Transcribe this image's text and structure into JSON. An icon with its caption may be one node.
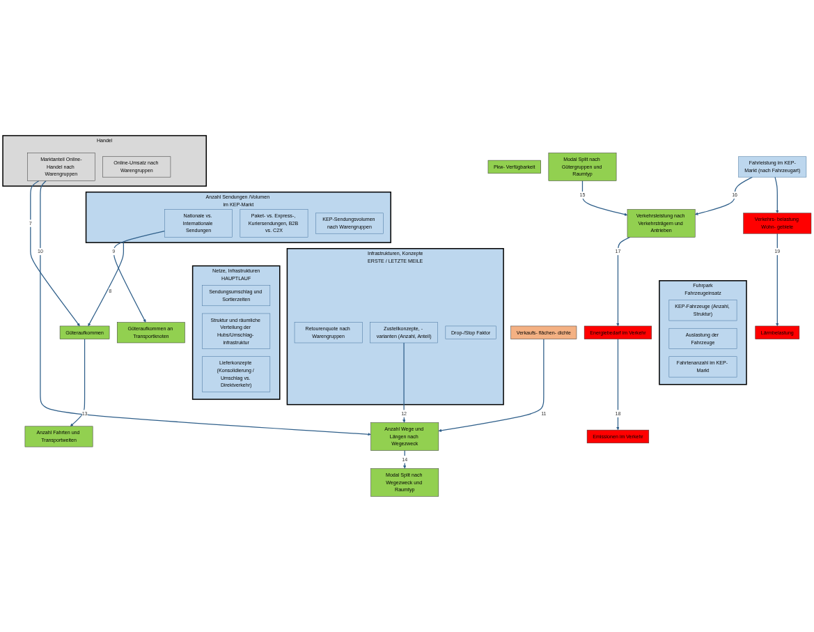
{
  "diagram": {
    "nodes": [
      {
        "text": [
          "Anzahl Wege und Längen nach Wegezweck"
        ]
      },
      {
        "text": [
          "Güteraufkommen"
        ]
      },
      {
        "text": [
          "Güteraufkommen an Transportknoten"
        ]
      },
      {
        "text": [
          "Pkw- Verfügbarkeit"
        ]
      },
      {
        "text": [
          "Modal Split nach Wegezweck und Raumtyp"
        ]
      },
      {
        "text": [
          "Modal Split nach Gütergruppen und Raumtyp"
        ]
      },
      {
        "text": [
          "Anzahl Fahrten und Transportweiten"
        ]
      },
      {
        "text": [
          "Verkehrsleistung nach Verkehrsträgern und Antrieben"
        ]
      },
      {
        "text": [
          "Energiebedarf im Verkehr"
        ]
      },
      {
        "text": [
          "Emissionen im Verkehr"
        ]
      },
      {
        "text": [
          "Handel"
        ]
      },
      {
        "text": [
          "Marktanteil Online-Handel nach Warengruppen"
        ],
        "in": 10
      },
      {
        "text": [
          "Online-Umsatz nach Warengruppen"
        ],
        "in": 10
      },
      {
        "text": [
          "Anzahl Sendungen /Volumen im KEP-Markt"
        ]
      },
      {
        "text": [
          "Nationale vs. Internationale Sendungen"
        ],
        "in": 13
      },
      {
        "text": [
          "Paket- vs. Express-, Kuriersendungen, B2B vs. C2X"
        ],
        "in": 13
      },
      {
        "text": [
          "KEP-Sendungsvolumen nach Warengruppen"
        ],
        "in": 13
      },
      {
        "text": [
          "Netze, Infrastrukturen",
          "HAUPTLAUF"
        ]
      },
      {
        "text": [
          "Sendungsumschlag und Sortierzeiten"
        ],
        "in": 17
      },
      {
        "text": [
          "Struktur und räumliche Verteilung der Hubs/Umschlag- infrastruktur"
        ],
        "in": 17
      },
      {
        "text": [
          "Lieferkonzepte (Konsolidierung / Umschlag vs. Direktverkehr)"
        ],
        "in": 17
      },
      {
        "text": [
          "Infrastrukturen, Konzepte",
          "ERSTE / LETZTE MEILE"
        ]
      },
      {
        "text": [
          "Retourenquote nach Warengruppen"
        ],
        "in": 21
      },
      {
        "text": [
          "Zustellkonzepte, - varianten (Anzahl, Anteil)"
        ],
        "in": 21
      },
      {
        "text": [
          "Drop-/Stop Faktor"
        ],
        "in": 21
      },
      {
        "text": [
          "Verkaufs- flächen- dichte"
        ]
      },
      {
        "text": [
          "Fuhrpark",
          "Fahrzeugeinsatz"
        ]
      },
      {
        "text": [
          "KEP-Fahrzeuge (Anzahl, Struktur)"
        ],
        "in": 26
      },
      {
        "text": [
          "Auslastung der Fahrzeuge"
        ],
        "in": 26
      },
      {
        "text": [
          "Fahrtenanzahl im KEP- Markt"
        ],
        "in": 26
      },
      {
        "text": [
          "Fahrleistung im KEP-Markt (nach Fahrzeugart)"
        ]
      },
      {
        "text": [
          "Verkehrs- belastung Wohn- gebiete"
        ]
      },
      {
        "text": [
          "Lärmbelastung"
        ]
      }
    ],
    "edges": [
      {
        "from": 11,
        "to": 1,
        "arrow": "to",
        "label": "7"
      },
      {
        "from": 13,
        "to": 1,
        "arrow": "to",
        "label": "8"
      },
      {
        "from": 14,
        "to": 2,
        "arrow": "to",
        "label": "9"
      },
      {
        "from": 11,
        "to": 0,
        "arrow": "to",
        "label": "10"
      },
      {
        "from": 25,
        "to": 0,
        "arrow": "to",
        "label": "11"
      },
      {
        "from": 23,
        "to": 0,
        "arrow": "to",
        "label": "12"
      },
      {
        "from": 1,
        "to": 6,
        "arrow": "to",
        "label": "13"
      },
      {
        "from": 0,
        "to": 4,
        "arrow": "to",
        "label": "14"
      },
      {
        "from": 5,
        "to": 7,
        "arrow": "to",
        "label": "15"
      },
      {
        "from": 30,
        "to": 7,
        "arrow": "to",
        "label": "16"
      },
      {
        "from": 7,
        "to": 8,
        "arrow": "to",
        "label": "17"
      },
      {
        "from": 8,
        "to": 9,
        "arrow": "to",
        "label": "18"
      },
      {
        "from": 30,
        "to": 31,
        "arrow": "to"
      },
      {
        "from": 31,
        "to": 32,
        "arrow": "to",
        "label": "19"
      }
    ]
  }
}
